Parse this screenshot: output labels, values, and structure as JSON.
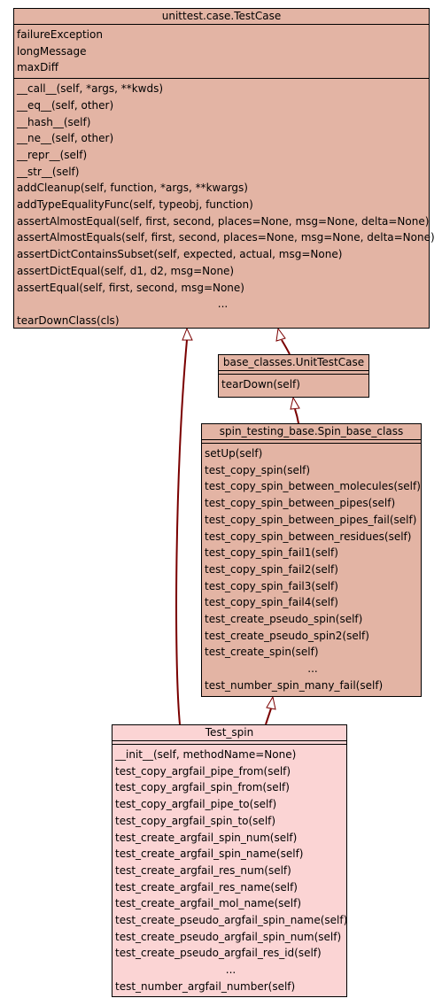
{
  "colors": {
    "base_fill": "#e3b4a4",
    "focus_fill": "#fbd4d4",
    "edge": "#7a0000"
  },
  "classes": {
    "testcase": {
      "name": "unittest.case.TestCase",
      "attributes": [
        "failureException",
        "longMessage",
        "maxDiff"
      ],
      "methods": [
        "__call__(self, *args, **kwds)",
        "__eq__(self, other)",
        "__hash__(self)",
        "__ne__(self, other)",
        "__repr__(self)",
        "__str__(self)",
        "addCleanup(self, function, *args, **kwargs)",
        "addTypeEqualityFunc(self, typeobj, function)",
        "assertAlmostEqual(self, first, second, places=None, msg=None, delta=None)",
        "assertAlmostEquals(self, first, second, places=None, msg=None, delta=None)",
        "assertDictContainsSubset(self, expected, actual, msg=None)",
        "assertDictEqual(self, d1, d2, msg=None)",
        "assertEqual(self, first, second, msg=None)"
      ],
      "ellipsis": "...",
      "last_method": "tearDownClass(cls)"
    },
    "unittestcase": {
      "name": "base_classes.UnitTestCase",
      "methods": [
        "tearDown(self)"
      ]
    },
    "spinbase": {
      "name": "spin_testing_base.Spin_base_class",
      "methods": [
        "setUp(self)",
        "test_copy_spin(self)",
        "test_copy_spin_between_molecules(self)",
        "test_copy_spin_between_pipes(self)",
        "test_copy_spin_between_pipes_fail(self)",
        "test_copy_spin_between_residues(self)",
        "test_copy_spin_fail1(self)",
        "test_copy_spin_fail2(self)",
        "test_copy_spin_fail3(self)",
        "test_copy_spin_fail4(self)",
        "test_create_pseudo_spin(self)",
        "test_create_pseudo_spin2(self)",
        "test_create_spin(self)"
      ],
      "ellipsis": "...",
      "last_method": "test_number_spin_many_fail(self)"
    },
    "testspin": {
      "name": "Test_spin",
      "methods": [
        "__init__(self, methodName=None)",
        "test_copy_argfail_pipe_from(self)",
        "test_copy_argfail_spin_from(self)",
        "test_copy_argfail_pipe_to(self)",
        "test_copy_argfail_spin_to(self)",
        "test_create_argfail_spin_num(self)",
        "test_create_argfail_spin_name(self)",
        "test_create_argfail_res_num(self)",
        "test_create_argfail_res_name(self)",
        "test_create_argfail_mol_name(self)",
        "test_create_pseudo_argfail_spin_name(self)",
        "test_create_pseudo_argfail_spin_num(self)",
        "test_create_pseudo_argfail_res_id(self)"
      ],
      "ellipsis": "...",
      "last_method": "test_number_argfail_number(self)"
    }
  }
}
